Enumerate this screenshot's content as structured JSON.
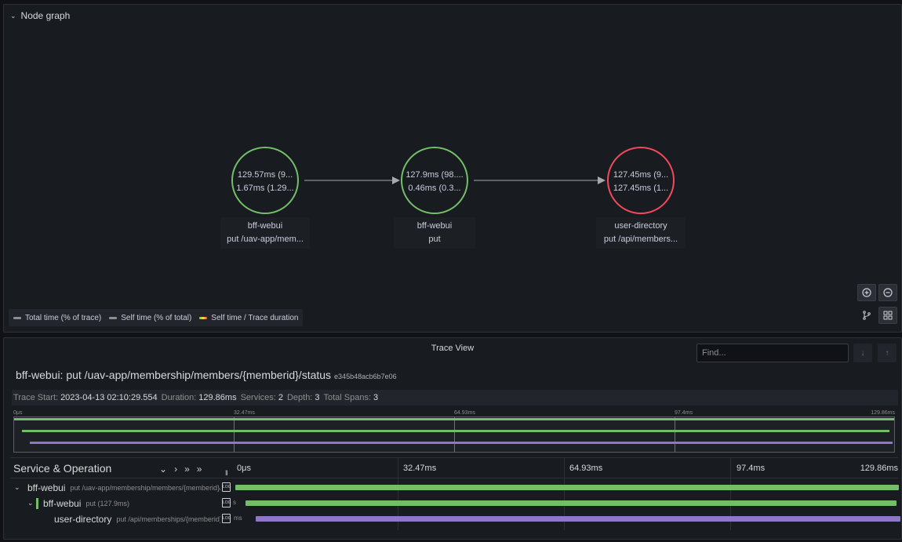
{
  "node_graph": {
    "title": "Node graph",
    "colors": {
      "ok": "#73bf69",
      "error": "#f2495c",
      "edge": "#a8a8a8"
    },
    "nodes": [
      {
        "main_stat": "129.57ms (9...",
        "secondary_stat": "1.67ms (1.29...",
        "title": "bff-webui",
        "subtitle": "put /uav-app/mem...",
        "status": "ok"
      },
      {
        "main_stat": "127.9ms (98....",
        "secondary_stat": "0.46ms (0.3...",
        "title": "bff-webui",
        "subtitle": "put",
        "status": "ok"
      },
      {
        "main_stat": "127.45ms (9...",
        "secondary_stat": "127.45ms (1...",
        "title": "user-directory",
        "subtitle": "put /api/members...",
        "status": "error"
      }
    ],
    "legend": [
      {
        "label": "Total time (% of trace)"
      },
      {
        "label": "Self time (% of total)"
      },
      {
        "label": "Self time / Trace duration"
      }
    ],
    "controls": {
      "zoom_in_icon": "zoom-in-icon",
      "zoom_out_icon": "zoom-out-icon",
      "layout_icon": "graph-layout-icon",
      "grid_icon": "grid-layout-icon"
    }
  },
  "trace_view": {
    "title": "Trace View",
    "find_placeholder": "Find...",
    "header": {
      "name": "bff-webui: put /uav-app/membership/members/{memberid}/status",
      "trace_id": "e345b48acb6b7e06"
    },
    "stats": [
      {
        "label": "Trace Start:",
        "value": "2023-04-13 02:10:29.554"
      },
      {
        "label": "Duration:",
        "value": "129.86ms"
      },
      {
        "label": "Services:",
        "value": "2"
      },
      {
        "label": "Depth:",
        "value": "3"
      },
      {
        "label": "Total Spans:",
        "value": "3"
      }
    ],
    "minimap_ticks": [
      "0μs",
      "32.47ms",
      "64.93ms",
      "97.4ms",
      "129.86ms"
    ],
    "service_operation_label": "Service & Operation",
    "timeline_ticks": [
      "0μs",
      "32.47ms",
      "64.93ms",
      "97.4ms",
      "129.86ms"
    ],
    "colors": {
      "webui": "#73bf69",
      "directory": "#8f77c7"
    },
    "spans": [
      {
        "service": "bff-webui",
        "operation": "put /uav-app/membership/members/{memberid}/status",
        "depth": 0,
        "start_ms": 0,
        "duration_ms": 129.57,
        "color": "#73bf69",
        "suffix": ""
      },
      {
        "service": "bff-webui",
        "operation": "put (127.9ms)",
        "depth": 1,
        "start_ms": 1.2,
        "duration_ms": 127.9,
        "color": "#73bf69",
        "suffix": "s"
      },
      {
        "service": "user-directory",
        "operation": "put /api/memberships/{memberid}",
        "depth": 2,
        "start_ms": 2.4,
        "duration_ms": 127.45,
        "color": "#8f77c7",
        "suffix": "ms"
      }
    ]
  }
}
